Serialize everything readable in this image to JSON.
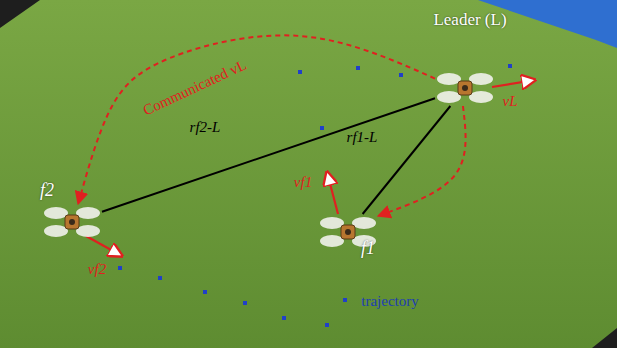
{
  "diagram": {
    "nodes": [
      {
        "text": [
          "Leader (L)"
        ]
      },
      {
        "text": [
          "f2"
        ]
      },
      {
        "text": [
          "f1"
        ]
      }
    ],
    "edges": [
      {
        "from": 1,
        "to": 0,
        "arrow": "none",
        "label": "rf2-L"
      },
      {
        "from": 2,
        "to": 0,
        "arrow": "none",
        "label": "rf1-L"
      },
      {
        "from": 0,
        "to": 1,
        "arrow": "to",
        "label": "Communicated vL"
      },
      {
        "from": 0,
        "to": 2,
        "arrow": "to"
      }
    ],
    "labels": [
      "vL",
      "vf1",
      "vf2",
      "trajectory"
    ]
  }
}
